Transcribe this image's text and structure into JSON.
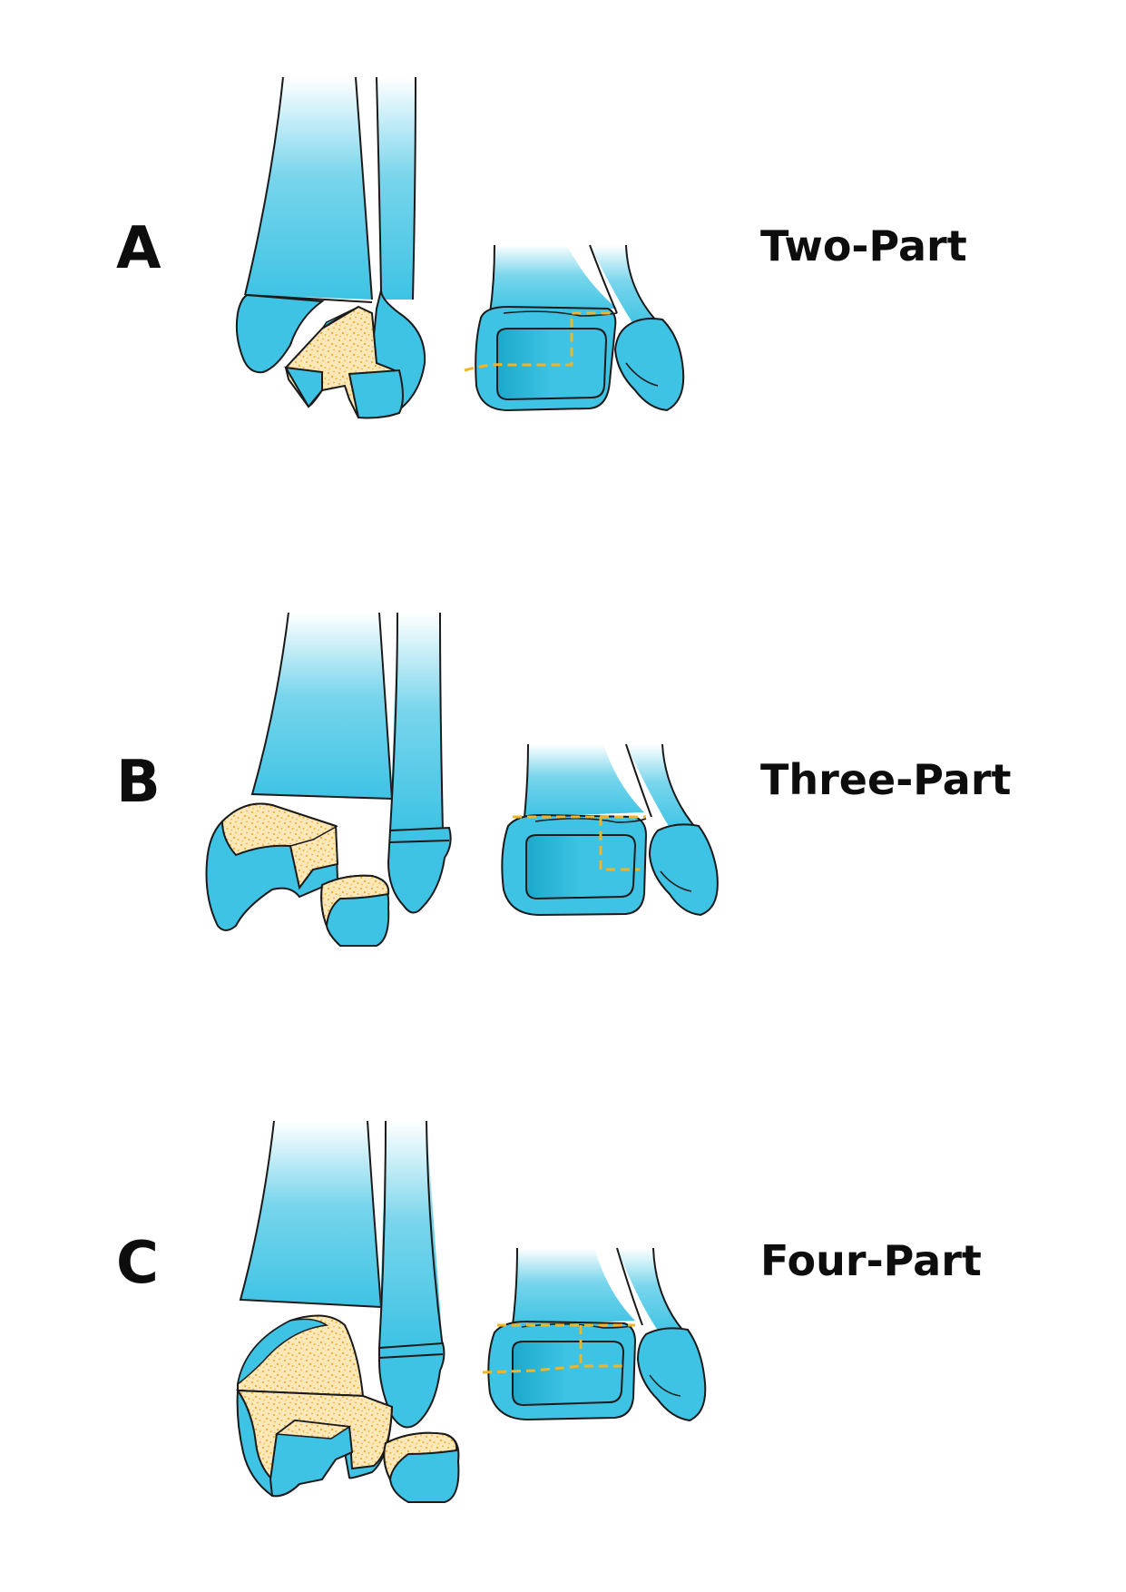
{
  "colors": {
    "bone": "#3ec3e4",
    "bone_dark": "#1ca9cc",
    "outline": "#1a1a1a",
    "fracture_surface": "#fbe7b8",
    "fracture_dots": "#f2b134",
    "fracture_line": "#f0b429",
    "background": "#ffffff"
  },
  "panels": [
    {
      "letter": "A",
      "title": "Two-Part"
    },
    {
      "letter": "B",
      "title": "Three-Part"
    },
    {
      "letter": "C",
      "title": "Four-Part"
    }
  ]
}
